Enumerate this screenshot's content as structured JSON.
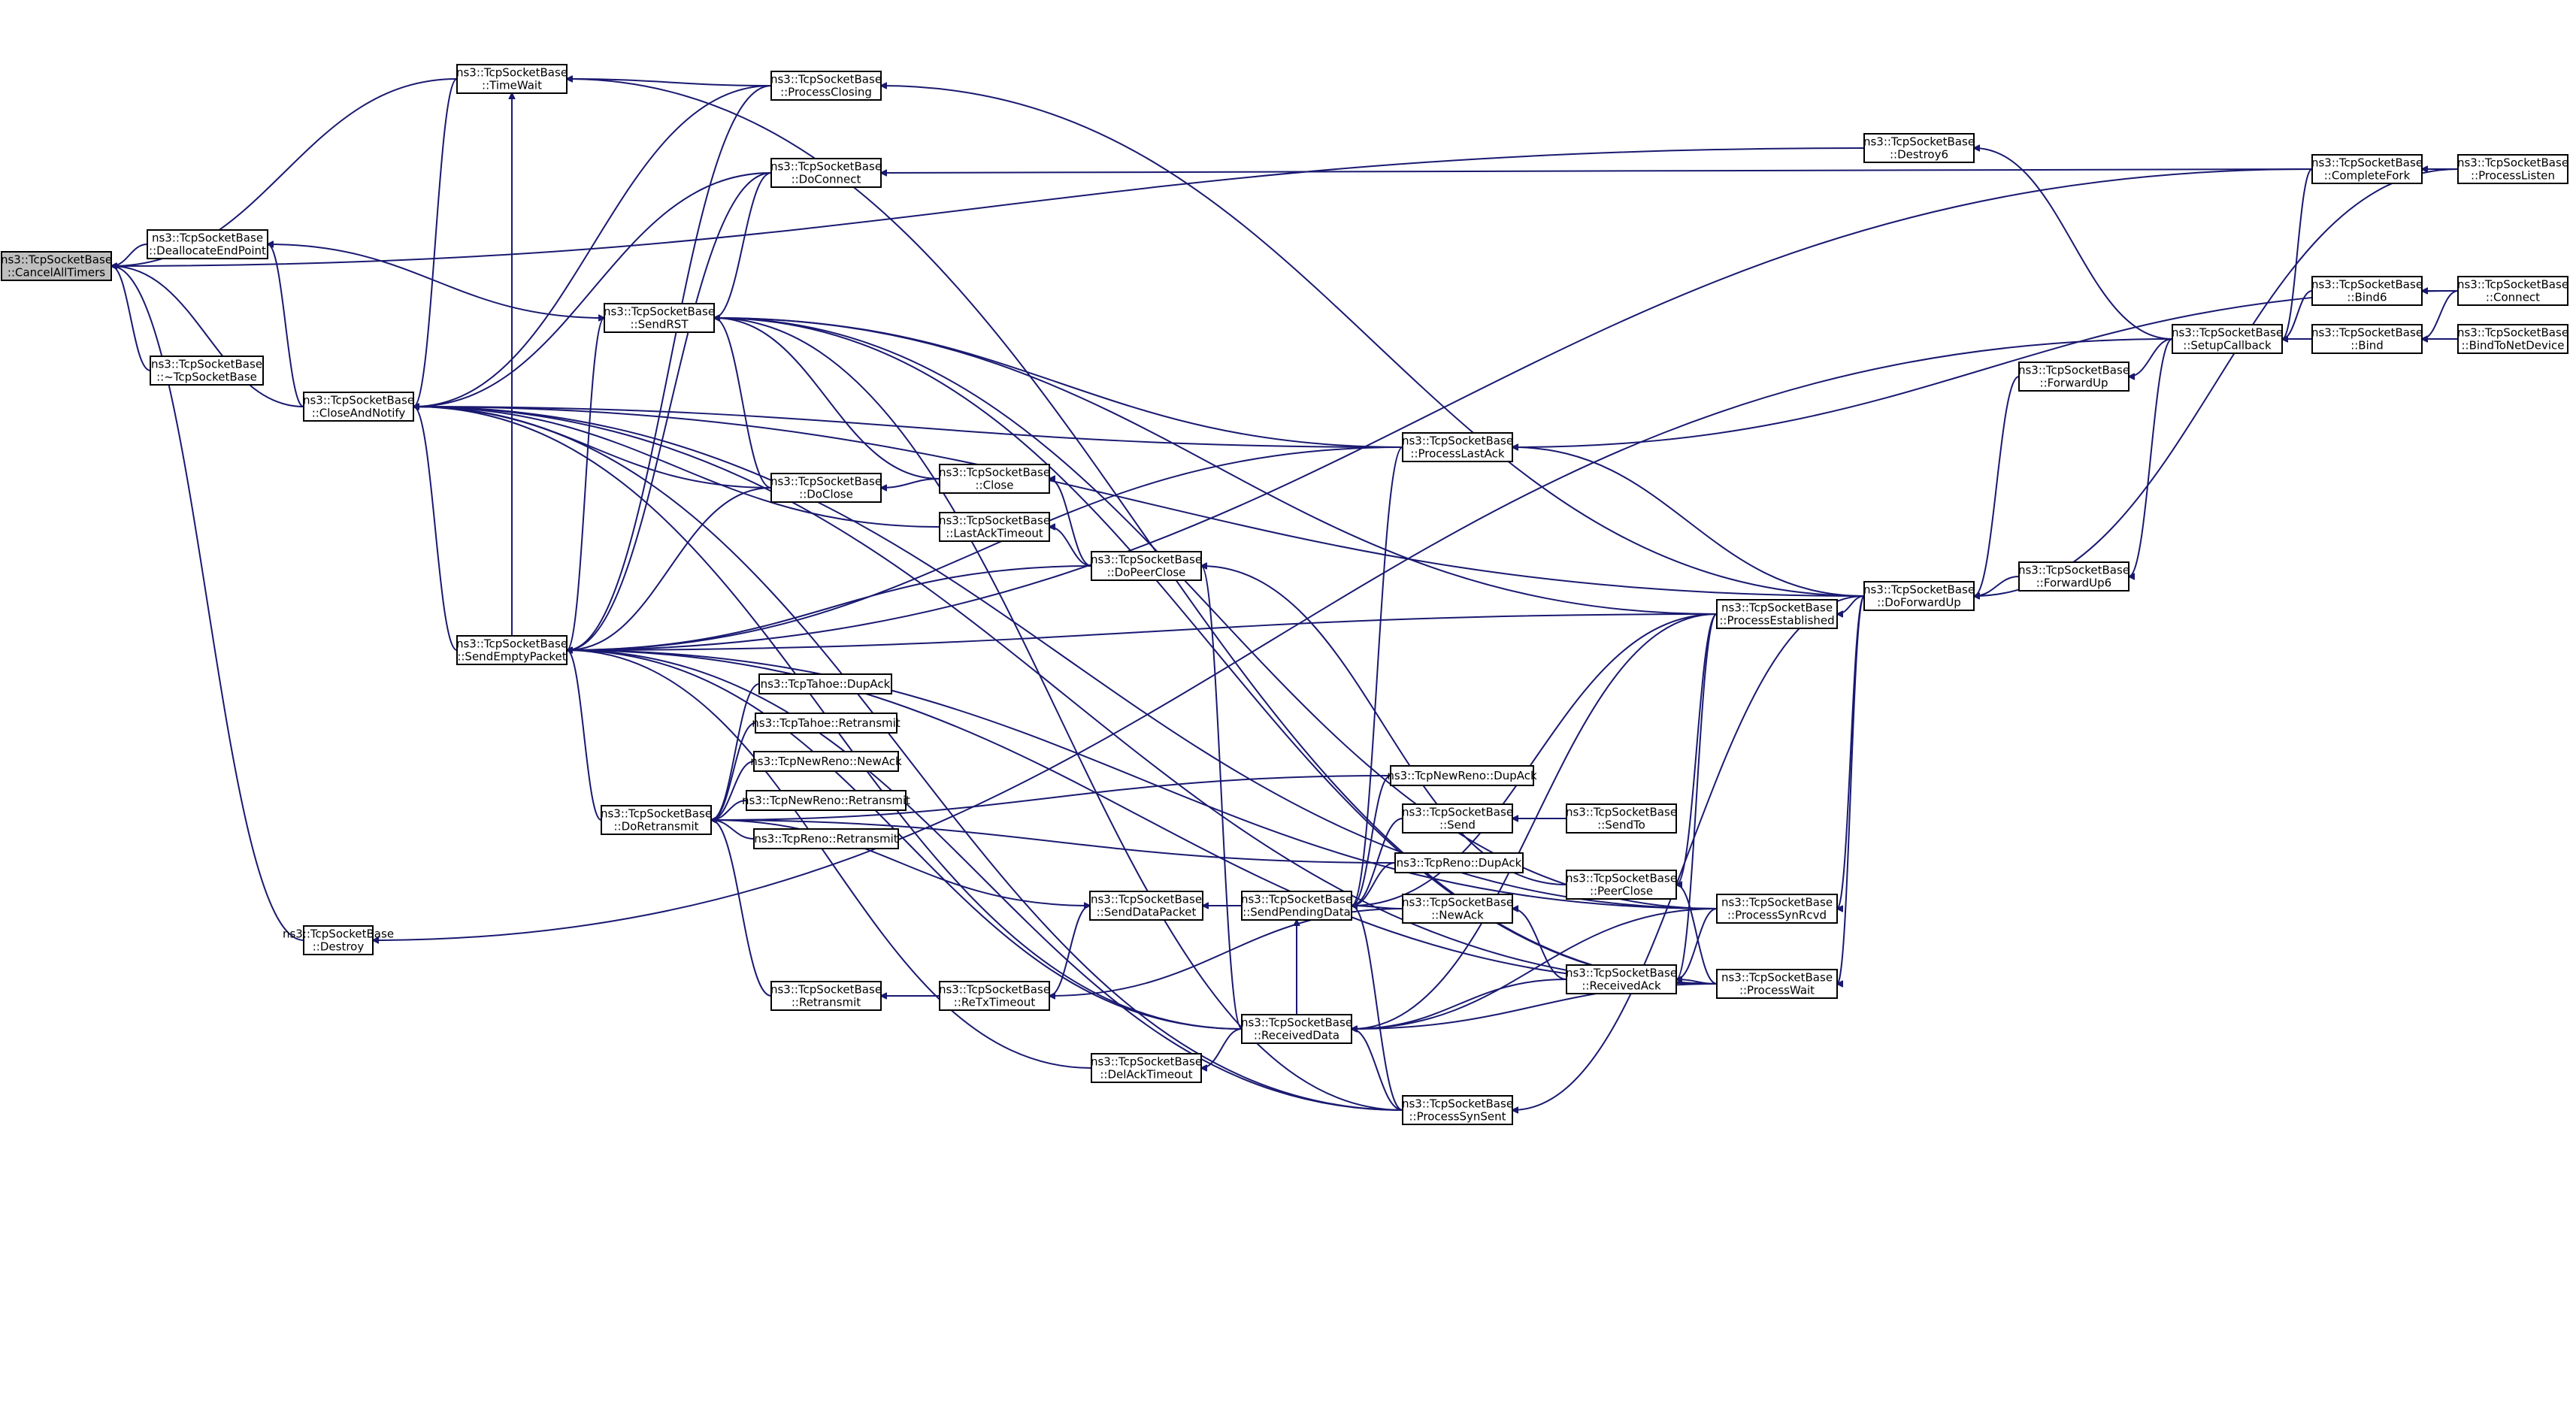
{
  "diagram": {
    "type": "call-graph",
    "colors": {
      "edge": "#191970",
      "node_border": "#000000",
      "node_fill": "#ffffff",
      "root_fill": "#bfbfbf"
    },
    "nodes": [
      {
        "id": "cancel",
        "lines": [
          "ns3::TcpSocketBase",
          "::CancelAllTimers"
        ],
        "highlight": true
      },
      {
        "id": "dealloc",
        "lines": [
          "ns3::TcpSocketBase",
          "::DeallocateEndPoint"
        ]
      },
      {
        "id": "dtor",
        "lines": [
          "ns3::TcpSocketBase",
          "::~TcpSocketBase"
        ]
      },
      {
        "id": "closeNotify",
        "lines": [
          "ns3::TcpSocketBase",
          "::CloseAndNotify"
        ]
      },
      {
        "id": "destroy",
        "lines": [
          "ns3::TcpSocketBase",
          "::Destroy"
        ]
      },
      {
        "id": "timeWait",
        "lines": [
          "ns3::TcpSocketBase",
          "::TimeWait"
        ]
      },
      {
        "id": "sendEmpty",
        "lines": [
          "ns3::TcpSocketBase",
          "::SendEmptyPacket"
        ]
      },
      {
        "id": "procClosing",
        "lines": [
          "ns3::TcpSocketBase",
          "::ProcessClosing"
        ]
      },
      {
        "id": "doConnect",
        "lines": [
          "ns3::TcpSocketBase",
          "::DoConnect"
        ]
      },
      {
        "id": "sendRST",
        "lines": [
          "ns3::TcpSocketBase",
          "::SendRST"
        ]
      },
      {
        "id": "doClose",
        "lines": [
          "ns3::TcpSocketBase",
          "::DoClose"
        ]
      },
      {
        "id": "close",
        "lines": [
          "ns3::TcpSocketBase",
          "::Close"
        ]
      },
      {
        "id": "lastAckTO",
        "lines": [
          "ns3::TcpSocketBase",
          "::LastAckTimeout"
        ]
      },
      {
        "id": "doPeerClose",
        "lines": [
          "ns3::TcpSocketBase",
          "::DoPeerClose"
        ]
      },
      {
        "id": "doRetransmit",
        "lines": [
          "ns3::TcpSocketBase",
          "::DoRetransmit"
        ]
      },
      {
        "id": "tahoeDup",
        "lines": [
          "ns3::TcpTahoe::DupAck"
        ]
      },
      {
        "id": "tahoeRetx",
        "lines": [
          "ns3::TcpTahoe::Retransmit"
        ]
      },
      {
        "id": "nrNewAck",
        "lines": [
          "ns3::TcpNewReno::NewAck"
        ]
      },
      {
        "id": "nrRetx",
        "lines": [
          "ns3::TcpNewReno::Retransmit"
        ]
      },
      {
        "id": "renoRetx",
        "lines": [
          "ns3::TcpReno::Retransmit"
        ]
      },
      {
        "id": "retransmit",
        "lines": [
          "ns3::TcpSocketBase",
          "::Retransmit"
        ]
      },
      {
        "id": "reTxTO",
        "lines": [
          "ns3::TcpSocketBase",
          "::ReTxTimeout"
        ]
      },
      {
        "id": "sendDataPkt",
        "lines": [
          "ns3::TcpSocketBase",
          "::SendDataPacket"
        ]
      },
      {
        "id": "sendPending",
        "lines": [
          "ns3::TcpSocketBase",
          "::SendPendingData"
        ]
      },
      {
        "id": "nrDupAck",
        "lines": [
          "ns3::TcpNewReno::DupAck"
        ]
      },
      {
        "id": "send",
        "lines": [
          "ns3::TcpSocketBase",
          "::Send"
        ]
      },
      {
        "id": "sendTo",
        "lines": [
          "ns3::TcpSocketBase",
          "::SendTo"
        ]
      },
      {
        "id": "renoDup",
        "lines": [
          "ns3::TcpReno::DupAck"
        ]
      },
      {
        "id": "newAck",
        "lines": [
          "ns3::TcpSocketBase",
          "::NewAck"
        ]
      },
      {
        "id": "recvData",
        "lines": [
          "ns3::TcpSocketBase",
          "::ReceivedData"
        ]
      },
      {
        "id": "delAckTO",
        "lines": [
          "ns3::TcpSocketBase",
          "::DelAckTimeout"
        ]
      },
      {
        "id": "procSynSent",
        "lines": [
          "ns3::TcpSocketBase",
          "::ProcessSynSent"
        ]
      },
      {
        "id": "procLastAck",
        "lines": [
          "ns3::TcpSocketBase",
          "::ProcessLastAck"
        ]
      },
      {
        "id": "peerClose",
        "lines": [
          "ns3::TcpSocketBase",
          "::PeerClose"
        ]
      },
      {
        "id": "recvAck",
        "lines": [
          "ns3::TcpSocketBase",
          "::ReceivedAck"
        ]
      },
      {
        "id": "procEst",
        "lines": [
          "ns3::TcpSocketBase",
          "::ProcessEstablished"
        ]
      },
      {
        "id": "procSynRcvd",
        "lines": [
          "ns3::TcpSocketBase",
          "::ProcessSynRcvd"
        ]
      },
      {
        "id": "procWait",
        "lines": [
          "ns3::TcpSocketBase",
          "::ProcessWait"
        ]
      },
      {
        "id": "destroy6",
        "lines": [
          "ns3::TcpSocketBase",
          "::Destroy6"
        ]
      },
      {
        "id": "doForwardUp",
        "lines": [
          "ns3::TcpSocketBase",
          "::DoForwardUp"
        ]
      },
      {
        "id": "forwardUp",
        "lines": [
          "ns3::TcpSocketBase",
          "::ForwardUp"
        ]
      },
      {
        "id": "forwardUp6",
        "lines": [
          "ns3::TcpSocketBase",
          "::ForwardUp6"
        ]
      },
      {
        "id": "setupCb",
        "lines": [
          "ns3::TcpSocketBase",
          "::SetupCallback"
        ]
      },
      {
        "id": "completeFork",
        "lines": [
          "ns3::TcpSocketBase",
          "::CompleteFork"
        ]
      },
      {
        "id": "bind6",
        "lines": [
          "ns3::TcpSocketBase",
          "::Bind6"
        ]
      },
      {
        "id": "bind",
        "lines": [
          "ns3::TcpSocketBase",
          "::Bind"
        ]
      },
      {
        "id": "procListen",
        "lines": [
          "ns3::TcpSocketBase",
          "::ProcessListen"
        ]
      },
      {
        "id": "connect",
        "lines": [
          "ns3::TcpSocketBase",
          "::Connect"
        ]
      },
      {
        "id": "bindNet",
        "lines": [
          "ns3::TcpSocketBase",
          "::BindToNetDevice"
        ]
      }
    ],
    "edges": [
      [
        "dealloc",
        "cancel"
      ],
      [
        "dtor",
        "cancel"
      ],
      [
        "closeNotify",
        "cancel"
      ],
      [
        "destroy",
        "cancel"
      ],
      [
        "timeWait",
        "cancel"
      ],
      [
        "destroy6",
        "cancel"
      ],
      [
        "sendRST",
        "dealloc"
      ],
      [
        "closeNotify",
        "dealloc"
      ],
      [
        "timeWait",
        "closeNotify"
      ],
      [
        "sendEmpty",
        "closeNotify"
      ],
      [
        "procClosing",
        "closeNotify"
      ],
      [
        "doConnect",
        "closeNotify"
      ],
      [
        "doClose",
        "closeNotify"
      ],
      [
        "lastAckTO",
        "closeNotify"
      ],
      [
        "procLastAck",
        "closeNotify"
      ],
      [
        "recvData",
        "closeNotify"
      ],
      [
        "procSynSent",
        "closeNotify"
      ],
      [
        "procWait",
        "closeNotify"
      ],
      [
        "procSynRcvd",
        "closeNotify"
      ],
      [
        "doForwardUp",
        "closeNotify"
      ],
      [
        "procClosing",
        "timeWait"
      ],
      [
        "procWait",
        "timeWait"
      ],
      [
        "sendEmpty",
        "timeWait"
      ],
      [
        "doForwardUp",
        "procClosing"
      ],
      [
        "completeFork",
        "doConnect"
      ],
      [
        "doConnect",
        "sendRST"
      ],
      [
        "doClose",
        "sendRST"
      ],
      [
        "close",
        "sendRST"
      ],
      [
        "procLastAck",
        "sendRST"
      ],
      [
        "procEst",
        "sendRST"
      ],
      [
        "procSynRcvd",
        "sendRST"
      ],
      [
        "procWait",
        "sendRST"
      ],
      [
        "procSynSent",
        "sendRST"
      ],
      [
        "sendEmpty",
        "sendRST"
      ],
      [
        "close",
        "doClose"
      ],
      [
        "doPeerClose",
        "close"
      ],
      [
        "doPeerClose",
        "lastAckTO"
      ],
      [
        "recvData",
        "doPeerClose"
      ],
      [
        "peerClose",
        "doPeerClose"
      ],
      [
        "procClosing",
        "sendEmpty"
      ],
      [
        "doConnect",
        "sendEmpty"
      ],
      [
        "doClose",
        "sendEmpty"
      ],
      [
        "doPeerClose",
        "sendEmpty"
      ],
      [
        "doRetransmit",
        "sendEmpty"
      ],
      [
        "procLastAck",
        "sendEmpty"
      ],
      [
        "procSynSent",
        "sendEmpty"
      ],
      [
        "procSynRcvd",
        "sendEmpty"
      ],
      [
        "procWait",
        "sendEmpty"
      ],
      [
        "recvData",
        "sendEmpty"
      ],
      [
        "delAckTO",
        "sendEmpty"
      ],
      [
        "procEst",
        "sendEmpty"
      ],
      [
        "completeFork",
        "sendEmpty"
      ],
      [
        "tahoeDup",
        "doRetransmit"
      ],
      [
        "tahoeRetx",
        "doRetransmit"
      ],
      [
        "nrNewAck",
        "doRetransmit"
      ],
      [
        "nrRetx",
        "doRetransmit"
      ],
      [
        "renoRetx",
        "doRetransmit"
      ],
      [
        "retransmit",
        "doRetransmit"
      ],
      [
        "nrDupAck",
        "doRetransmit"
      ],
      [
        "sendDataPkt",
        "doRetransmit"
      ],
      [
        "renoDup",
        "doRetransmit"
      ],
      [
        "reTxTO",
        "retransmit"
      ],
      [
        "newAck",
        "reTxTO"
      ],
      [
        "sendPending",
        "sendDataPkt"
      ],
      [
        "reTxTO",
        "sendDataPkt"
      ],
      [
        "nrDupAck",
        "sendPending"
      ],
      [
        "send",
        "sendPending"
      ],
      [
        "renoDup",
        "sendPending"
      ],
      [
        "newAck",
        "sendPending"
      ],
      [
        "recvData",
        "sendPending"
      ],
      [
        "procSynSent",
        "sendPending"
      ],
      [
        "procEst",
        "sendPending"
      ],
      [
        "procLastAck",
        "sendPending"
      ],
      [
        "sendTo",
        "send"
      ],
      [
        "recvAck",
        "newAck"
      ],
      [
        "procEst",
        "recvData"
      ],
      [
        "procWait",
        "recvData"
      ],
      [
        "recvAck",
        "recvData"
      ],
      [
        "procSynRcvd",
        "recvData"
      ],
      [
        "procSynSent",
        "recvData"
      ],
      [
        "recvData",
        "delAckTO"
      ],
      [
        "doForwardUp",
        "procSynSent"
      ],
      [
        "doForwardUp",
        "procLastAck"
      ],
      [
        "procEst",
        "peerClose"
      ],
      [
        "procWait",
        "peerClose"
      ],
      [
        "procEst",
        "recvAck"
      ],
      [
        "procSynRcvd",
        "recvAck"
      ],
      [
        "procWait",
        "recvAck"
      ],
      [
        "doForwardUp",
        "procEst"
      ],
      [
        "doForwardUp",
        "procSynRcvd"
      ],
      [
        "doForwardUp",
        "procWait"
      ],
      [
        "setupCb",
        "destroy6"
      ],
      [
        "forwardUp",
        "doForwardUp"
      ],
      [
        "forwardUp6",
        "doForwardUp"
      ],
      [
        "setupCb",
        "forwardUp"
      ],
      [
        "setupCb",
        "forwardUp6"
      ],
      [
        "completeFork",
        "setupCb"
      ],
      [
        "bind6",
        "setupCb"
      ],
      [
        "bind",
        "setupCb"
      ],
      [
        "procListen",
        "completeFork"
      ],
      [
        "connect",
        "bind6"
      ],
      [
        "connect",
        "bind"
      ],
      [
        "bindNet",
        "bind"
      ],
      [
        "procListen",
        "doForwardUp"
      ],
      [
        "connect",
        "procLastAck"
      ],
      [
        "setupCb",
        "destroy"
      ]
    ]
  }
}
